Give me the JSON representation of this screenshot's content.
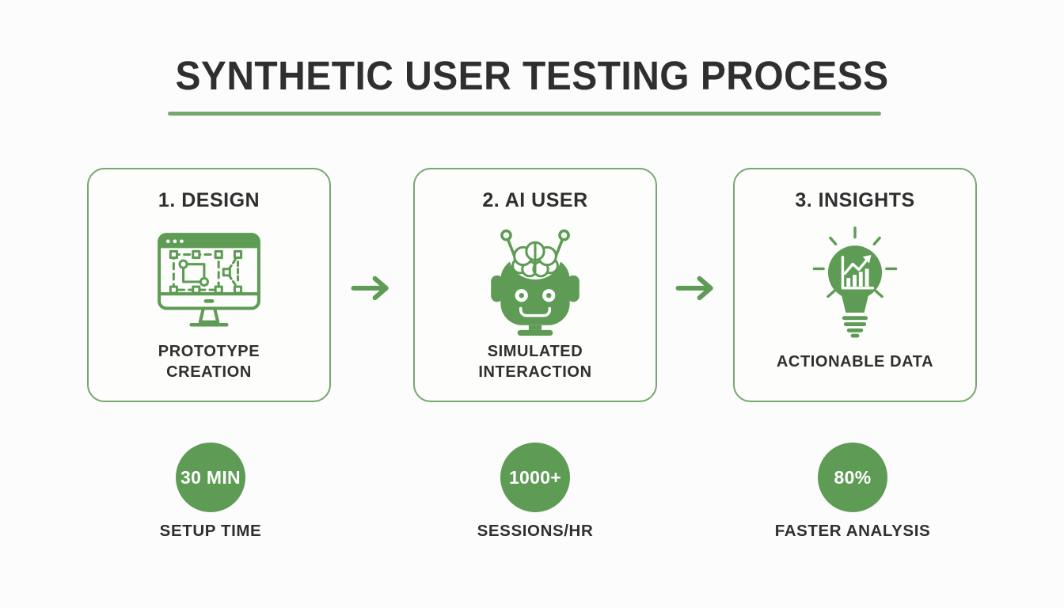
{
  "title": "SYNTHETIC USER TESTING PROCESS",
  "colors": {
    "green": "#5e9b55",
    "green_light": "#76a76e",
    "ink": "#2e2f2e",
    "background": "#fbfcfb",
    "stat_text": "#fefefe"
  },
  "steps": [
    {
      "heading": "1. DESIGN",
      "icon": "prototype-monitor-icon",
      "caption": "PROTOTYPE CREATION"
    },
    {
      "heading": "2. AI USER",
      "icon": "ai-robot-icon",
      "caption": "SIMULATED INTERACTION"
    },
    {
      "heading": "3. INSIGHTS",
      "icon": "lightbulb-chart-icon",
      "caption": "ACTIONABLE DATA"
    }
  ],
  "connectors": [
    {
      "icon": "right-arrow-icon"
    },
    {
      "icon": "right-arrow-icon"
    }
  ],
  "stats": [
    {
      "value": "30 MIN",
      "label": "SETUP TIME"
    },
    {
      "value": "1000+",
      "label": "SESSIONS/HR"
    },
    {
      "value": "80%",
      "label": "FASTER ANALYSIS"
    }
  ]
}
